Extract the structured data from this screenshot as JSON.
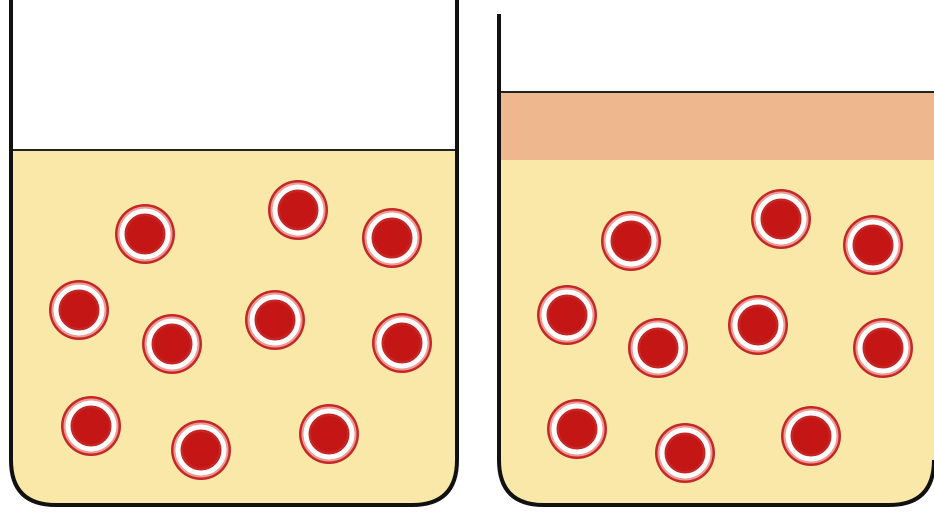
{
  "colors": {
    "background": "#ffffff",
    "plasma": "#f9e8a8",
    "top_layer": "#efb78e",
    "outline": "#111111",
    "cell_rim": "#c22424",
    "cell_ring": "#ffffff",
    "cell_core": "#c51616"
  },
  "beakers": [
    {
      "name": "left-beaker",
      "has_top_layer": false,
      "cell_count": 10
    },
    {
      "name": "right-beaker",
      "has_top_layer": true,
      "cell_count": 10
    }
  ]
}
